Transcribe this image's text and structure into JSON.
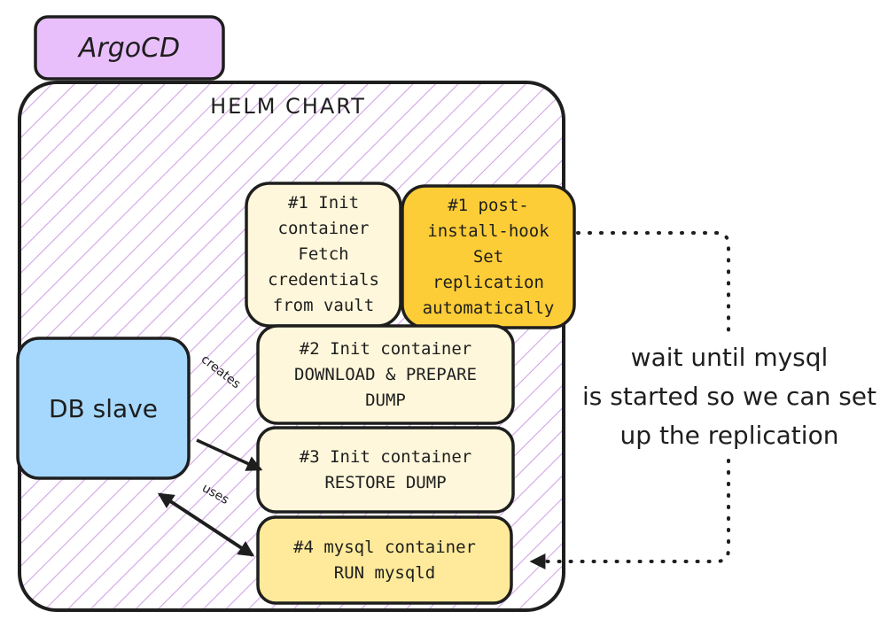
{
  "argocd": {
    "label": "ArgoCD"
  },
  "helm_chart": {
    "label": "HELM CHART"
  },
  "db_slave": {
    "label": "DB slave"
  },
  "containers": {
    "init1": "#1 Init\ncontainer\nFetch\ncredentials\nfrom vault",
    "post_hook": "#1 post-\ninstall-hook\nSet\nreplication\nautomatically",
    "init2": "#2 Init container\nDOWNLOAD & PREPARE\nDUMP",
    "init3": "#3 Init container\nRESTORE DUMP",
    "mysql": "#4 mysql container\nRUN mysqld"
  },
  "edges": {
    "creates": "creates",
    "uses": "uses"
  },
  "note": {
    "text": "wait until mysql\nis started so we can set\nup the replication"
  },
  "colors": {
    "argocd_fill": "#e9bffb",
    "hatch": "#d2a4e6",
    "db_slave_fill": "#a6d8fd",
    "init_fill": "#fff7db",
    "post_hook_fill": "#fdcd37",
    "mysql_fill": "#feea9a",
    "stroke": "#1e1e1e"
  }
}
